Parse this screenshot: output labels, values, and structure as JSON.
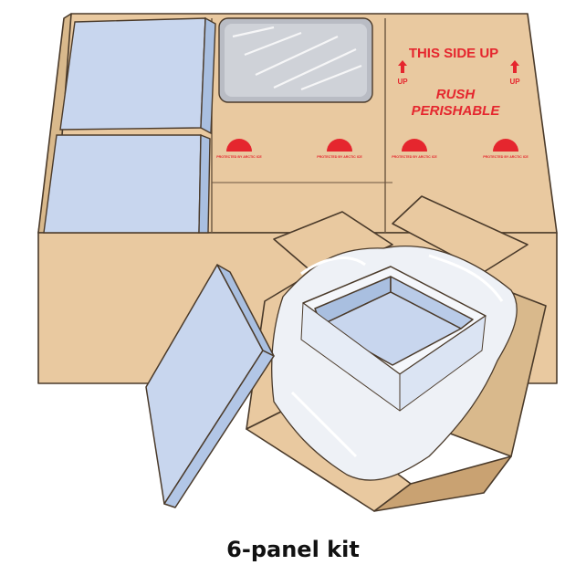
{
  "caption": "6-panel kit",
  "box_labels": {
    "this_side_up": "THIS SIDE UP",
    "up": "UP",
    "rush": "RUSH",
    "perishable": "PERISHABLE",
    "seal_text": "PROTECTED BY ARCTIC ICE"
  },
  "colors": {
    "cardboard": "#e9c9a0",
    "cardboard_side": "#d9b98c",
    "cardboard_dark": "#c9a272",
    "outline": "#4a3a2a",
    "foam_panel": "#c8d6ee",
    "foam_edge": "#a9bfe0",
    "gel_pack": "#b9bcc4",
    "label_red": "#e5262e",
    "caption_text": "#111111"
  },
  "icons": [
    "up-arrow-icon",
    "snowflake-seal-icon"
  ]
}
